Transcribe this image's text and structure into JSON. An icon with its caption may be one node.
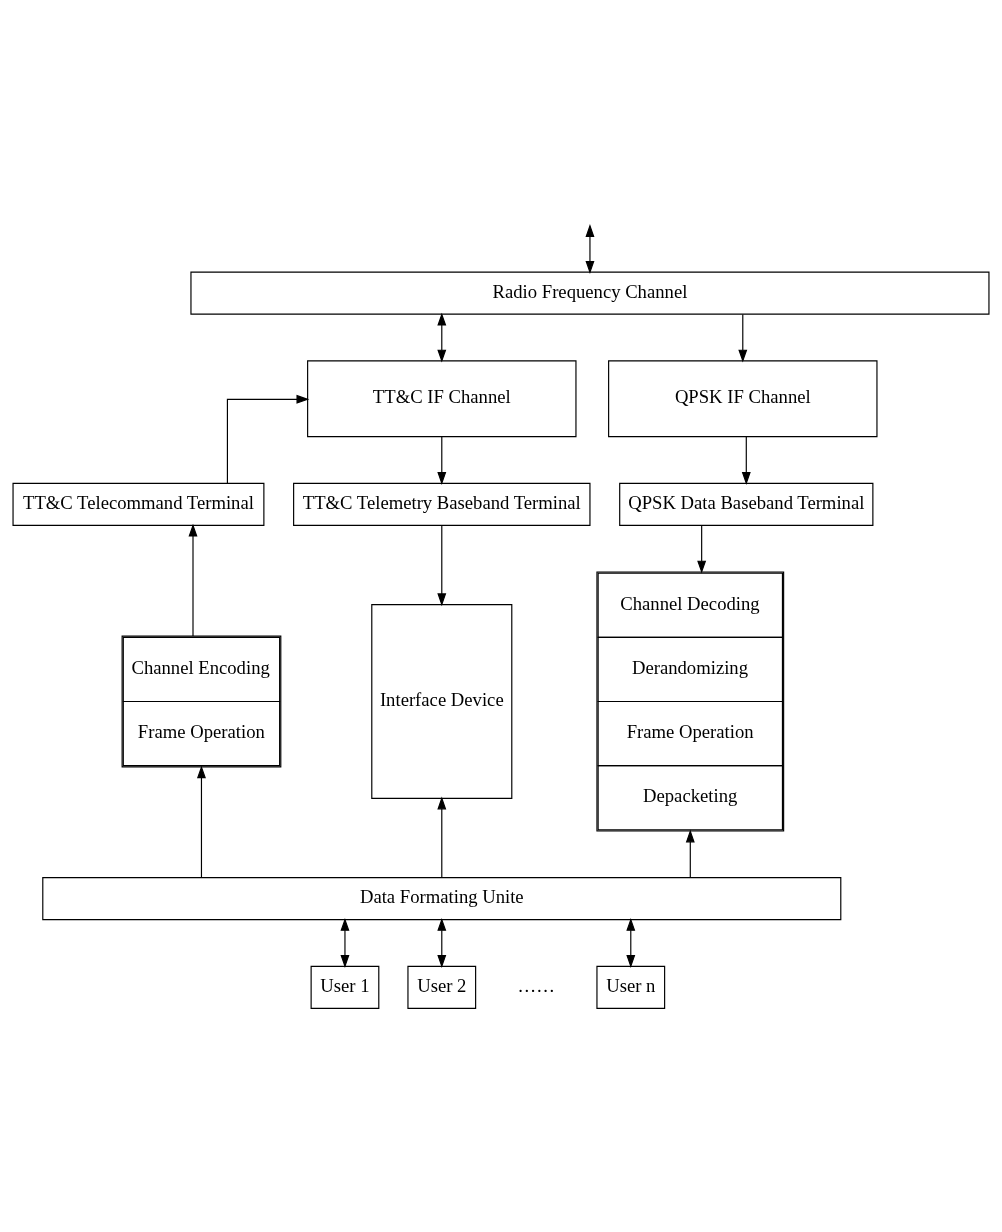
{
  "diagram": {
    "nodes": [
      {
        "text": [
          "Radio Frequency Channel"
        ]
      },
      {
        "text": [
          "TT&C IF Channel"
        ]
      },
      {
        "text": [
          "QPSK IF Channel"
        ]
      },
      {
        "text": [
          "TT&C Telecommand Terminal"
        ]
      },
      {
        "text": [
          "TT&C Telemetry Baseband Terminal"
        ]
      },
      {
        "text": [
          "QPSK Data Baseband Terminal"
        ]
      },
      {
        "text": [
          "Channel Encoding",
          "Frame Operation"
        ]
      },
      {
        "text": [
          "Interface Device"
        ]
      },
      {
        "text": [
          "Channel Decoding",
          "Derandomizing",
          "Frame Operation",
          "Depacketing"
        ]
      },
      {
        "text": [
          "Data Formating Unite"
        ]
      },
      {
        "text": [
          "User 1"
        ]
      },
      {
        "text": [
          "User 2"
        ]
      },
      {
        "text": [
          "User n"
        ]
      }
    ],
    "edges": [
      {
        "from": null,
        "to": 0,
        "arrow": "both"
      },
      {
        "from": 0,
        "to": 1,
        "arrow": "both"
      },
      {
        "from": 0,
        "to": 2,
        "arrow": "to"
      },
      {
        "from": 3,
        "to": 1,
        "arrow": "to"
      },
      {
        "from": 1,
        "to": 4,
        "arrow": "to"
      },
      {
        "from": 2,
        "to": 5,
        "arrow": "to"
      },
      {
        "from": 6,
        "to": 3,
        "arrow": "to"
      },
      {
        "from": 4,
        "to": 7,
        "arrow": "to"
      },
      {
        "from": 5,
        "to": 8,
        "arrow": "to"
      },
      {
        "from": 9,
        "to": 6,
        "arrow": "to"
      },
      {
        "from": 9,
        "to": 7,
        "arrow": "to"
      },
      {
        "from": 9,
        "to": 8,
        "arrow": "to"
      },
      {
        "from": 10,
        "to": 9,
        "arrow": "both"
      },
      {
        "from": 11,
        "to": 9,
        "arrow": "both"
      },
      {
        "from": 12,
        "to": 9,
        "arrow": "both"
      }
    ],
    "labels": [
      "……"
    ]
  }
}
